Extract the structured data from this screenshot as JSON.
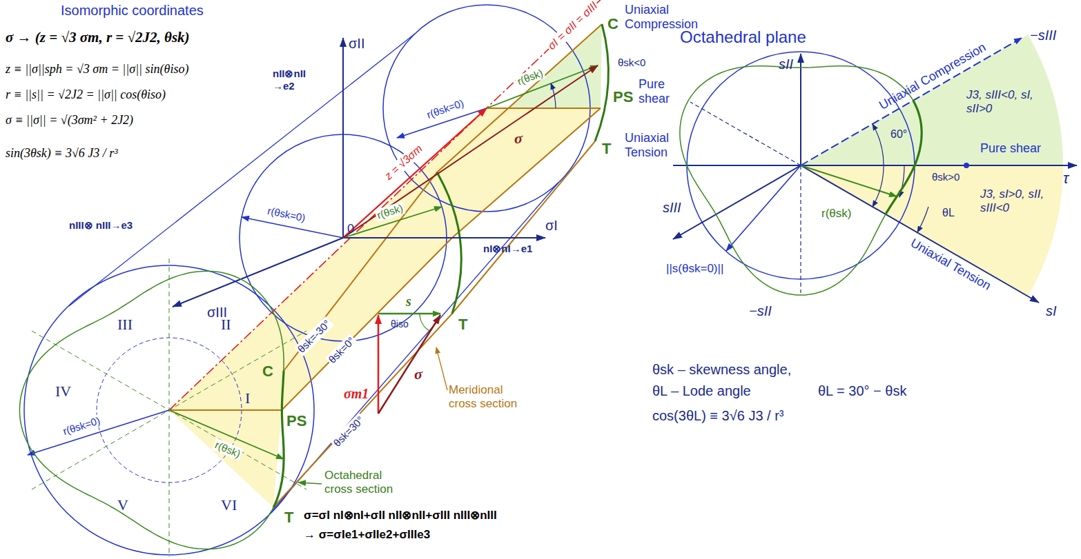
{
  "diagram": {
    "labels": [
      "Isomorphic coordinates",
      "σ → (z = √3 σm, r = √2J2, θsk)",
      "z ≡ ||σ||sph = √3 σm = ||σ|| sin(θiso)",
      "r ≡ ||s|| = √2J2 = ||σ|| cos(θiso)",
      "σ ≡ ||σ|| = √(3σm² + 2J2)",
      "sin(3θsk) ≡ 3√6 J3 / r³",
      "σII",
      "nII⊗nII →e2",
      "Uniaxial Compression",
      "C",
      "σI = σII = σIII",
      "z = √3σm",
      "r(θsk=0)",
      "r(θsk)",
      "θsk<0",
      "Pure shear",
      "PS",
      "σ",
      "T",
      "Uniaxial Tension",
      "σI",
      "nI⊗nI→e1",
      "0",
      "nIII⊗ nIII→e3",
      "σIII",
      "r(θsk=0)",
      "r(θsk)",
      "T",
      "θsk=-30°",
      "θsk=0°",
      "θsk=30°",
      "I",
      "II",
      "III",
      "IV",
      "V",
      "VI",
      "C",
      "PS",
      "T",
      "r(θsk=0)",
      "r(θsk)",
      "Meridional cross section",
      "Octahedral cross section",
      "s",
      "θiso",
      "σm1",
      "σ",
      "σ=σI nI⊗nI+σII nII⊗nII+σIII nIII⊗nIII",
      "→ σ=σIe1+σIIe2+σIIIe3",
      "Octahedral plane",
      "sII",
      "Uniaxial Compression",
      "−sIII",
      "60°",
      "J3, sIII<0, sI, sII>0",
      "Pure shear",
      "τ",
      "θsk>0",
      "J3, sI>0, sII, sIII<0",
      "θL",
      "sIII",
      "r(θsk)",
      "||s(θsk=0)||",
      "Uniaxial Tension",
      "−sII",
      "sI",
      "θsk – skewness angle,",
      "θL – Lode angle",
      "θL = 30° − θsk",
      "cos(3θL) ≡ 3√6 J3 / r³"
    ]
  }
}
